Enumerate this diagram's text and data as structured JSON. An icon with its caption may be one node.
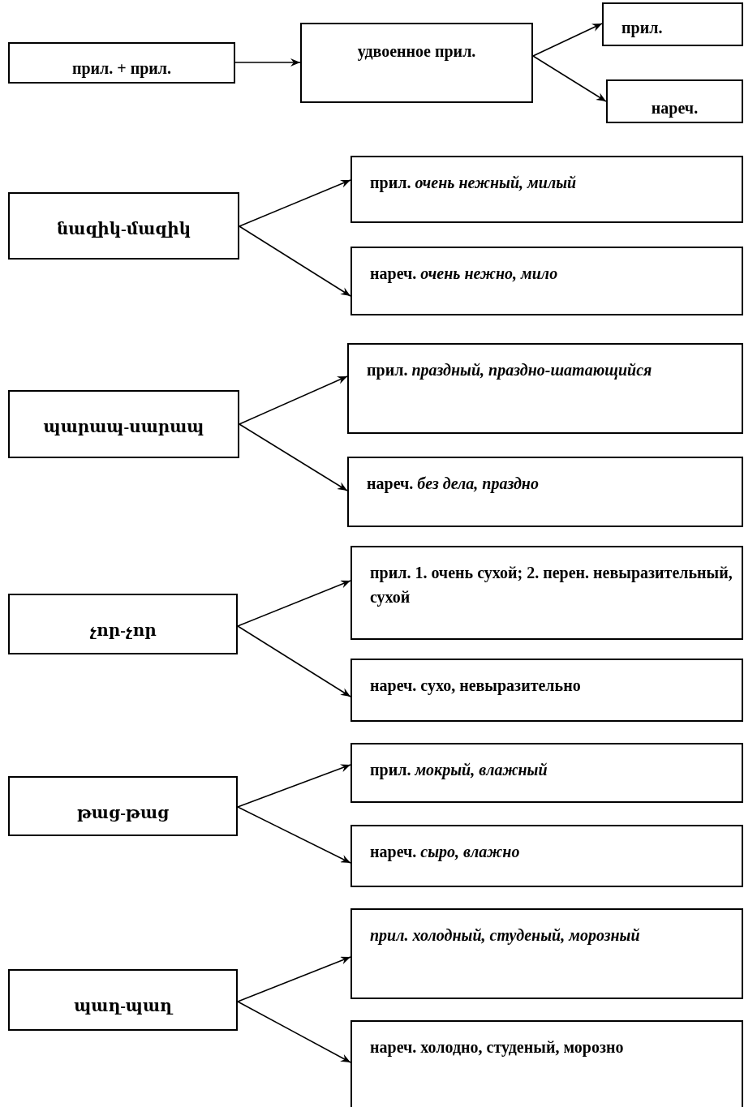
{
  "diagram": {
    "nodes": [
      {
        "text": [
          "прил. + прил."
        ]
      },
      {
        "text": [
          "удвоенное прил."
        ]
      },
      {
        "text": [
          "прил."
        ]
      },
      {
        "text": [
          "нареч."
        ]
      },
      {
        "text": [
          "նազիկ-մազիկ"
        ]
      },
      {
        "text": [
          "прил. *очень нежный, милый*"
        ]
      },
      {
        "text": [
          "нареч. *очень нежно, мило*"
        ]
      },
      {
        "text": [
          "պարապ-սարապ"
        ]
      },
      {
        "text": [
          "прил. *праздный, праздно-шатающийся*"
        ]
      },
      {
        "text": [
          "нареч. *без дела, праздно*"
        ]
      },
      {
        "text": [
          "չոր-չոր"
        ]
      },
      {
        "text": [
          "прил. 1. очень сухой; 2. перен. невыразительный, сухой"
        ]
      },
      {
        "text": [
          "нареч. сухо, невыразительно"
        ]
      },
      {
        "text": [
          "թաց-թաց"
        ]
      },
      {
        "text": [
          "прил. *мокрый, влажный*"
        ]
      },
      {
        "text": [
          "нареч. *сыро, влажно*"
        ]
      },
      {
        "text": [
          "պաղ-պաղ"
        ]
      },
      {
        "text": [
          "*прил. холодный, студеный, морозный*"
        ]
      },
      {
        "text": [
          "нареч. холодно, студеный, морозно"
        ]
      }
    ],
    "edges": [
      {
        "from": 0,
        "to": 1,
        "arrow": "to"
      },
      {
        "from": 1,
        "to": 2,
        "arrow": "to"
      },
      {
        "from": 1,
        "to": 3,
        "arrow": "to"
      },
      {
        "from": 4,
        "to": 5,
        "arrow": "to"
      },
      {
        "from": 4,
        "to": 6,
        "arrow": "to"
      },
      {
        "from": 7,
        "to": 8,
        "arrow": "to"
      },
      {
        "from": 7,
        "to": 9,
        "arrow": "to"
      },
      {
        "from": 10,
        "to": 11,
        "arrow": "to"
      },
      {
        "from": 10,
        "to": 12,
        "arrow": "to"
      },
      {
        "from": 13,
        "to": 14,
        "arrow": "to"
      },
      {
        "from": 13,
        "to": 15,
        "arrow": "to"
      },
      {
        "from": 16,
        "to": 17,
        "arrow": "to"
      },
      {
        "from": 16,
        "to": 18,
        "arrow": "to"
      }
    ]
  }
}
